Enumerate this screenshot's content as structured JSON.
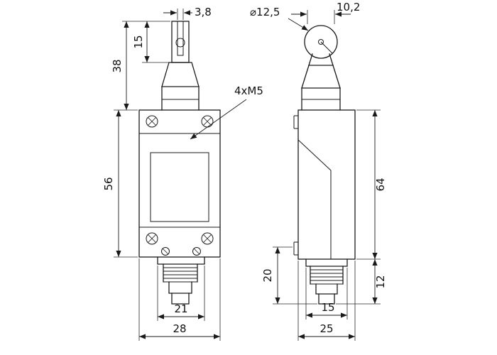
{
  "dimensions": {
    "front": {
      "slot_width": "3,8",
      "fork_height": "15",
      "head_height": "38",
      "body_height": "56",
      "collar_width": "21",
      "body_width": "28"
    },
    "side": {
      "roller_diameter": "⌀12,5",
      "roller_width": "10,2",
      "body_height": "64",
      "hole_to_tip": "20",
      "tip_height": "12",
      "collar_width": "15",
      "body_width": "25"
    },
    "callout_thread": "4xM5"
  },
  "colors": {
    "line": "#1a1a1a",
    "background": "#ffffff"
  }
}
